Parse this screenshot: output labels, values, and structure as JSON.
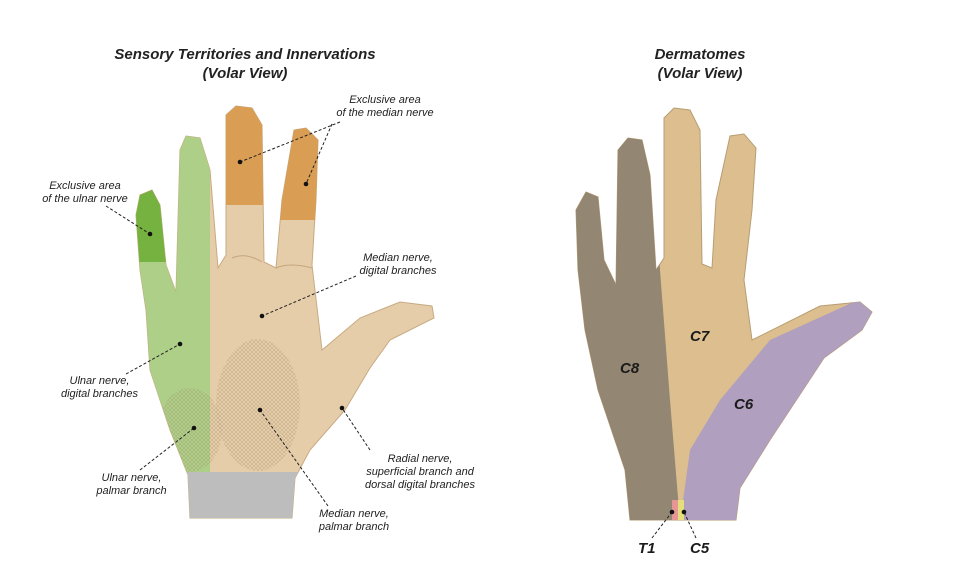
{
  "left_panel": {
    "title_line1": "Sensory Territories and Innervations",
    "title_line2": "(Volar View)",
    "labels": {
      "exclusive_ulnar_1": "Exclusive area",
      "exclusive_ulnar_2": "of the ulnar nerve",
      "exclusive_median_1": "Exclusive area",
      "exclusive_median_2": "of the median nerve",
      "median_digital_1": "Median nerve,",
      "median_digital_2": "digital branches",
      "ulnar_digital_1": "Ulnar nerve,",
      "ulnar_digital_2": "digital branches",
      "ulnar_palmar_1": "Ulnar nerve,",
      "ulnar_palmar_2": "palmar branch",
      "radial_1": "Radial nerve,",
      "radial_2": "superficial branch and",
      "radial_3": "dorsal digital branches",
      "median_palmar_1": "Median nerve,",
      "median_palmar_2": "palmar branch"
    }
  },
  "right_panel": {
    "title_line1": "Dermatomes",
    "title_line2": "(Volar View)",
    "dermatomes": [
      "C8",
      "C7",
      "C6",
      "T1",
      "C5"
    ]
  },
  "colors": {
    "skin": "#e6cda9",
    "ulnar": "#a9cf85",
    "ulnar_exclusive": "#6fae38",
    "median_exclusive": "#d89a4d",
    "radial": "#e79696",
    "wrist": "#bdbdbd",
    "c8": "#8e8371",
    "c7": "#ddbf8f",
    "c6": "#ad9dc1"
  }
}
